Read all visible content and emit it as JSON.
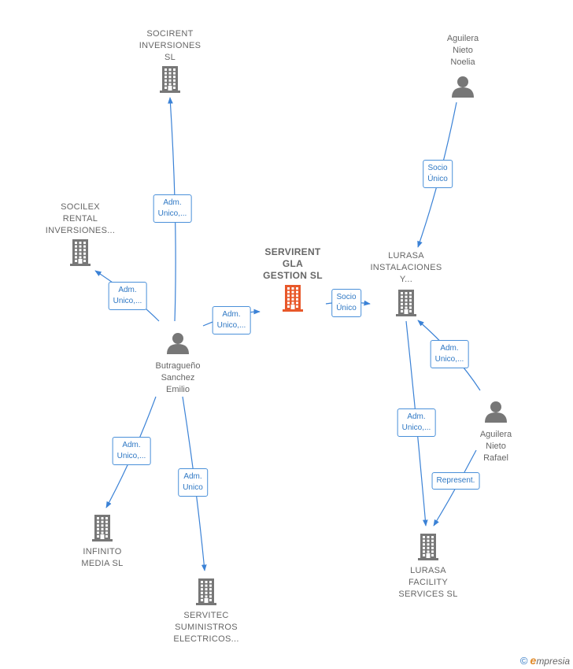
{
  "colors": {
    "edge": "#3b82d6",
    "node": "#777777",
    "main_node": "#e8582a"
  },
  "nodes": [
    {
      "id": "socirent",
      "kind": "company",
      "label": "SOCIRENT\nINVERSIONES\nSL"
    },
    {
      "id": "socilex",
      "kind": "company",
      "label": "SOCILEX\nRENTAL\nINVERSIONES..."
    },
    {
      "id": "servirent",
      "kind": "company-main",
      "label": "SERVIRENT\nGLA\nGESTION SL"
    },
    {
      "id": "lurasa_inst",
      "kind": "company",
      "label": "LURASA\nINSTALACIONES\nY..."
    },
    {
      "id": "aguilera_noelia",
      "kind": "person",
      "label": "Aguilera\nNieto\nNoelia"
    },
    {
      "id": "butragueno",
      "kind": "person",
      "label": "Butragueño\nSanchez\nEmilio"
    },
    {
      "id": "aguilera_rafael",
      "kind": "person",
      "label": "Aguilera\nNieto\nRafael"
    },
    {
      "id": "infinito",
      "kind": "company",
      "label": "INFINITO\nMEDIA SL"
    },
    {
      "id": "servitec",
      "kind": "company",
      "label": "SERVITEC\nSUMINISTROS\nELECTRICOS..."
    },
    {
      "id": "lurasa_facility",
      "kind": "company",
      "label": "LURASA\nFACILITY\nSERVICES SL"
    }
  ],
  "edges": [
    {
      "id": "e1",
      "from": "butragueno",
      "to": "socirent",
      "label": "Adm.\nUnico,..."
    },
    {
      "id": "e2",
      "from": "butragueno",
      "to": "socilex",
      "label": "Adm.\nUnico,..."
    },
    {
      "id": "e3",
      "from": "butragueno",
      "to": "servirent",
      "label": "Adm.\nUnico,..."
    },
    {
      "id": "e4",
      "from": "butragueno",
      "to": "infinito",
      "label": "Adm.\nUnico,..."
    },
    {
      "id": "e5",
      "from": "butragueno",
      "to": "servitec",
      "label": "Adm.\nUnico"
    },
    {
      "id": "e6",
      "from": "servirent",
      "to": "lurasa_inst",
      "label": "Socio\nÚnico"
    },
    {
      "id": "e7",
      "from": "aguilera_noelia",
      "to": "lurasa_inst",
      "label": "Socio\nÚnico"
    },
    {
      "id": "e8",
      "from": "aguilera_rafael",
      "to": "lurasa_inst",
      "label": "Adm.\nUnico,..."
    },
    {
      "id": "e9",
      "from": "lurasa_inst",
      "to": "lurasa_facility",
      "label": "Adm.\nUnico,..."
    },
    {
      "id": "e10",
      "from": "aguilera_rafael",
      "to": "lurasa_facility",
      "label": "Represent."
    }
  ],
  "footer": {
    "copyright": "©",
    "brand_initial": "e",
    "brand_rest": "mpresia"
  }
}
